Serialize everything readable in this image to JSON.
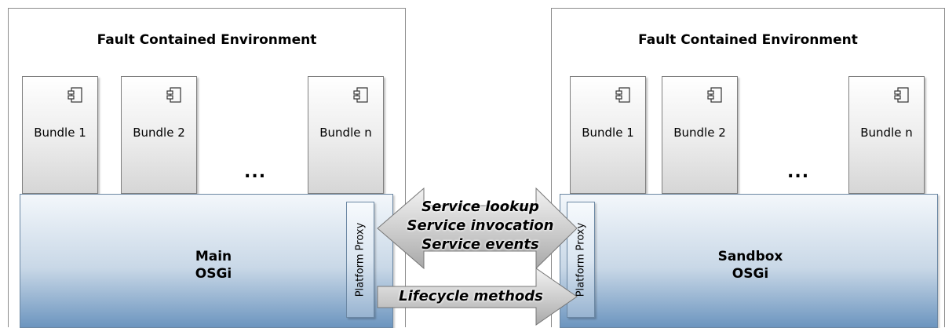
{
  "left_env": {
    "title": "Fault Contained Environment",
    "bundles": [
      "Bundle 1",
      "Bundle 2",
      "Bundle n"
    ],
    "ellipsis": "...",
    "osgi_line1": "Main",
    "osgi_line2": "OSGi",
    "proxy": "Platform Proxy"
  },
  "right_env": {
    "title": "Fault Contained Environment",
    "bundles": [
      "Bundle 1",
      "Bundle 2",
      "Bundle n"
    ],
    "ellipsis": "...",
    "osgi_line1": "Sandbox",
    "osgi_line2": "OSGi",
    "proxy": "Platform Proxy"
  },
  "arrows": {
    "bidirectional": [
      "Service lookup",
      "Service invocation",
      "Service events"
    ],
    "lifecycle": "Lifecycle methods"
  }
}
